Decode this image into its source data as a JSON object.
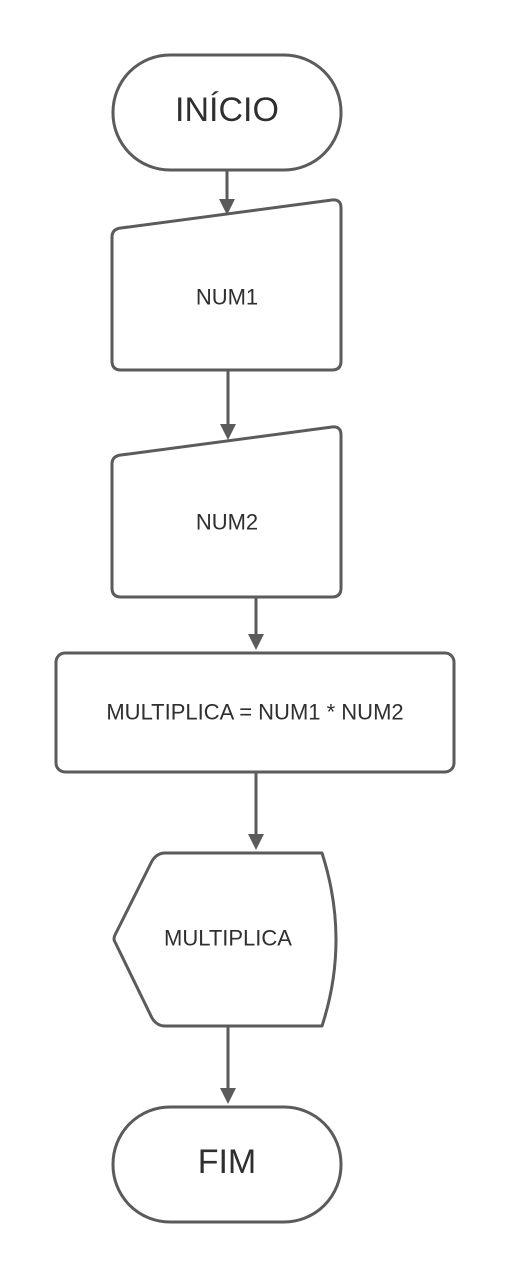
{
  "nodes": {
    "start": "INÍCIO",
    "input_num1": "NUM1",
    "input_num2": "NUM2",
    "process": "MULTIPLICA = NUM1 * NUM2",
    "output": "MULTIPLICA",
    "end": "FIM"
  }
}
